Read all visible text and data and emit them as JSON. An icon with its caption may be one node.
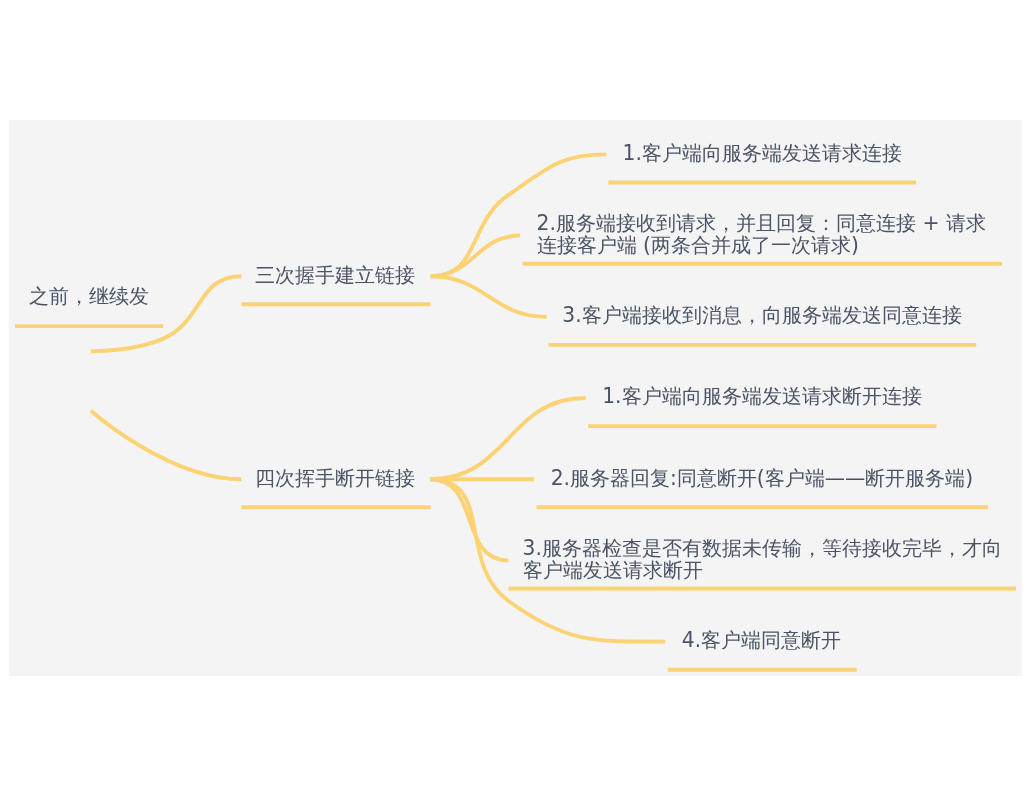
{
  "diagram": {
    "nodes": [
      {
        "text": [
          "之前，继续发"
        ]
      },
      {
        "text": [
          "三次握手建立链接"
        ]
      },
      {
        "text": [
          "1.客户端向服务端发送请求连接"
        ]
      },
      {
        "text": [
          "2.服务端接收到请求，并且回复：同意连接 + 请求连接客户端 (两条合并成了一次请求)"
        ]
      },
      {
        "text": [
          "3.客户端接收到消息，向服务端发送同意连接"
        ]
      },
      {
        "text": [
          "四次挥手断开链接"
        ]
      },
      {
        "text": [
          "1.客户端向服务端发送请求断开连接"
        ]
      },
      {
        "text": [
          "2.服务器回复:同意断开(客户端——断开服务端)"
        ]
      },
      {
        "text": [
          "3.服务器检查是否有数据未传输，等待接收完毕，才向客户端发送请求断开"
        ]
      },
      {
        "text": [
          "4.客户端同意断开"
        ]
      }
    ],
    "edges": [
      {
        "from": null,
        "to": 1,
        "arrow": "none"
      },
      {
        "from": 1,
        "to": 2,
        "arrow": "none"
      },
      {
        "from": 1,
        "to": 3,
        "arrow": "none"
      },
      {
        "from": 1,
        "to": 4,
        "arrow": "none"
      },
      {
        "from": null,
        "to": 5,
        "arrow": "none"
      },
      {
        "from": 5,
        "to": 6,
        "arrow": "none"
      },
      {
        "from": 5,
        "to": 7,
        "arrow": "none"
      },
      {
        "from": 5,
        "to": 8,
        "arrow": "none"
      },
      {
        "from": 5,
        "to": 9,
        "arrow": "none"
      }
    ]
  }
}
